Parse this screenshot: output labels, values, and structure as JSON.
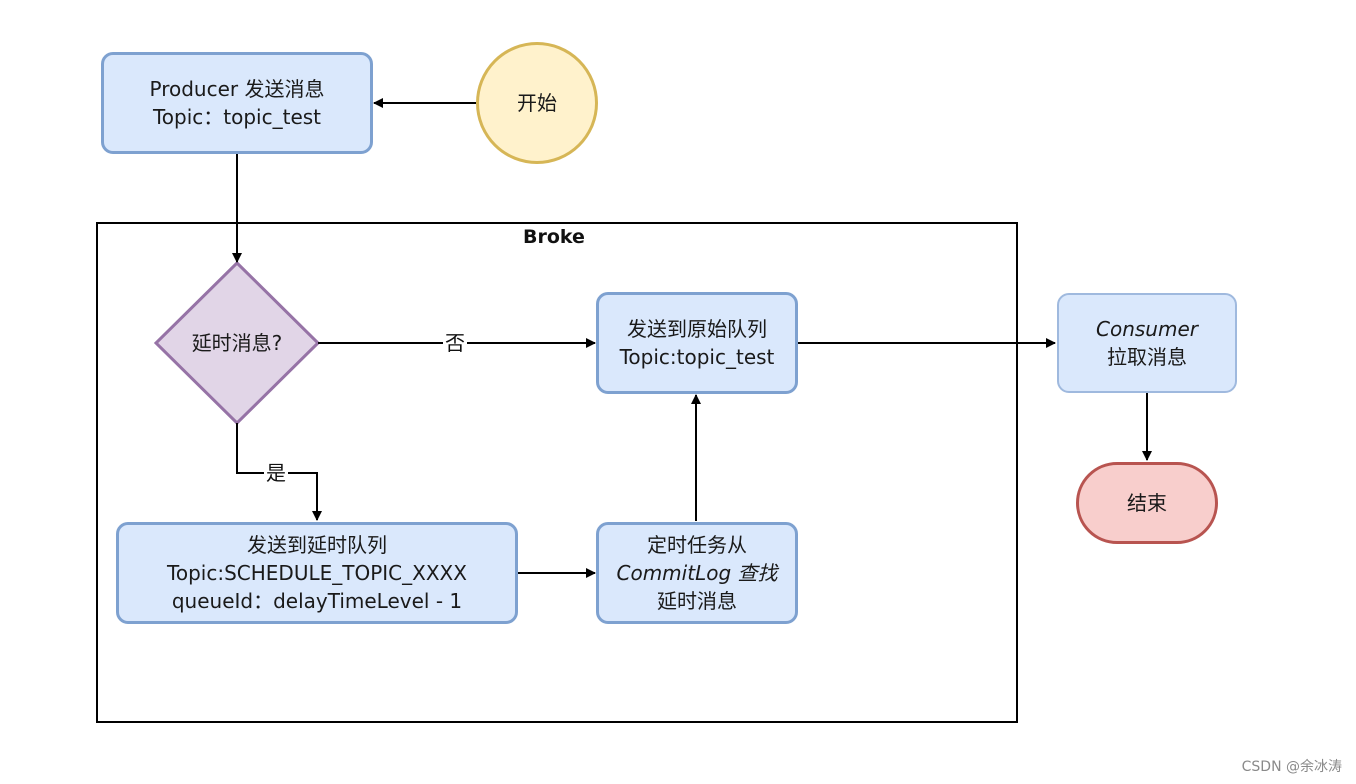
{
  "container": {
    "title": "Broke"
  },
  "nodes": {
    "start": {
      "label": "开始"
    },
    "producer": {
      "line1": "Producer 发送消息",
      "line2": "Topic：topic_test"
    },
    "decision": {
      "label": "延时消息?"
    },
    "original_queue": {
      "line1": "发送到原始队列",
      "line2": "Topic:topic_test"
    },
    "delay_queue": {
      "line1": "发送到延时队列",
      "line2": "Topic:SCHEDULE_TOPIC_XXXX",
      "line3": "queueId：delayTimeLevel - 1"
    },
    "scheduler": {
      "line1": "定时任务从",
      "line2": "CommitLog 查找",
      "line3": "延时消息"
    },
    "consumer": {
      "line1": "Consumer",
      "line2": "拉取消息"
    },
    "end": {
      "label": "结束"
    }
  },
  "edges": {
    "no_label": "否",
    "yes_label": "是"
  },
  "colors": {
    "blue_fill": "#dae8fc",
    "blue_stroke": "#7ea1d0",
    "purple_fill": "#e1d5e7",
    "purple_stroke": "#9673a6",
    "yellow_fill": "#fff2cc",
    "yellow_stroke": "#d6b656",
    "red_fill": "#f8cecc",
    "red_stroke": "#b85450"
  },
  "watermark": "CSDN @余冰涛"
}
